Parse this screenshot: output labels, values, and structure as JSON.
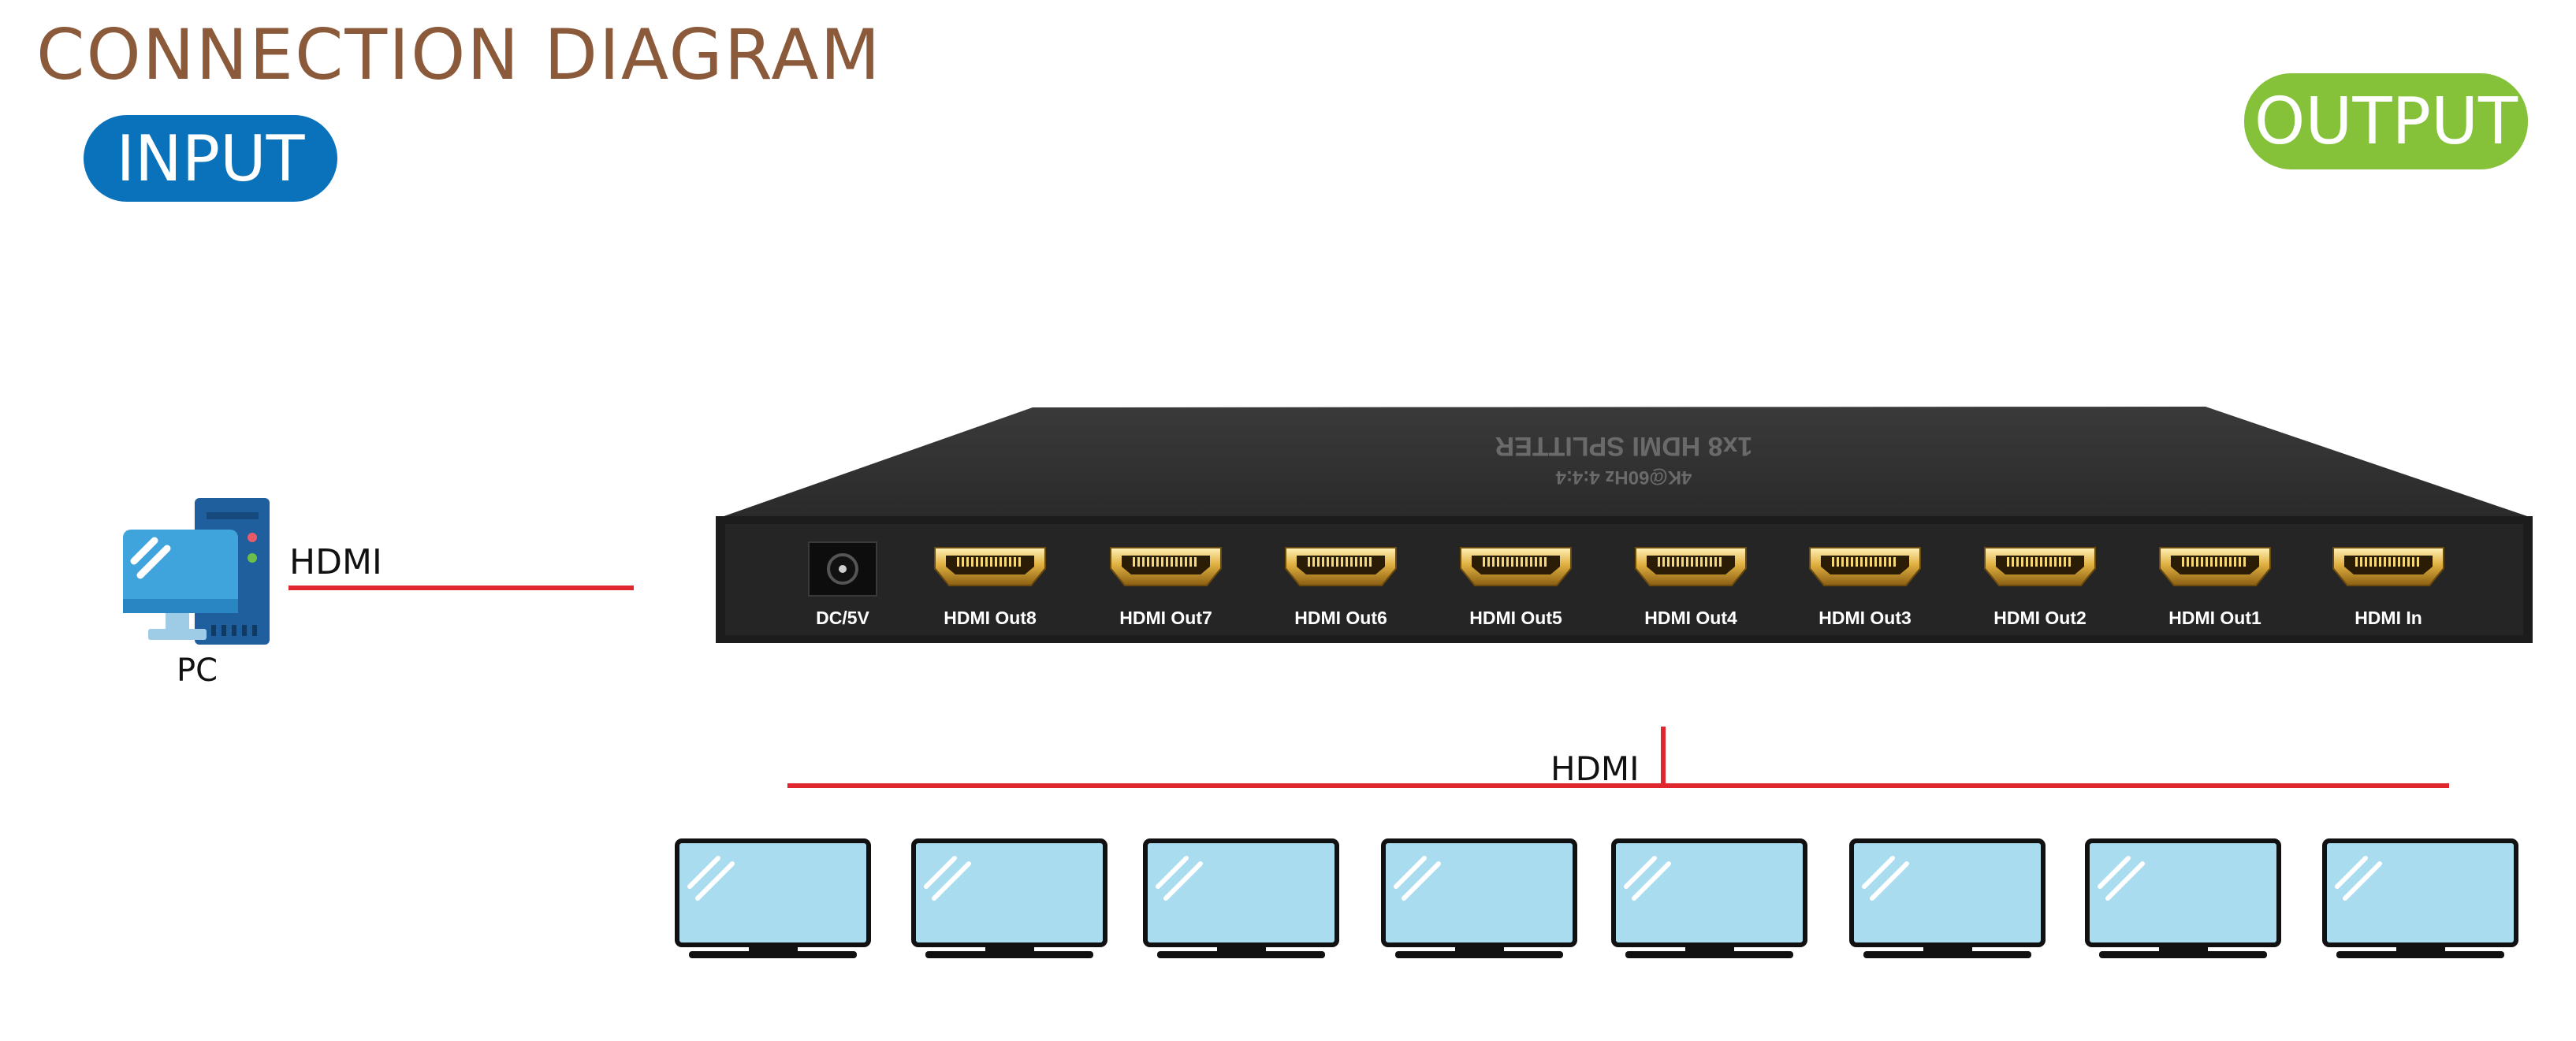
{
  "title": "CONNECTION DIAGRAM",
  "input_label": "INPUT",
  "output_label": "OUTPUT",
  "source": {
    "device_label": "PC",
    "cable_label": "HDMI",
    "icon": "desktop-pc-icon"
  },
  "splitter": {
    "top_text": "1x8 HDMI SPLITTER",
    "top_subtext": "4K@60Hz 4:4:4",
    "ports": [
      "DC/5V",
      "HDMI Out8",
      "HDMI Out7",
      "HDMI Out6",
      "HDMI Out5",
      "HDMI Out4",
      "HDMI Out3",
      "HDMI Out2",
      "HDMI Out1",
      "HDMI In"
    ]
  },
  "outputs": {
    "cable_label": "HDMI",
    "display_count": 8,
    "icon": "monitor-icon"
  },
  "colors": {
    "title": "#8b5a3a",
    "input_pill": "#0a72bb",
    "output_pill": "#86c13a",
    "wire": "#e0272d",
    "device_body": "#2b2b2b",
    "monitor_screen": "#a9dcef",
    "pc_tower": "#1f5f9e",
    "pc_screen": "#3fa3dc"
  }
}
